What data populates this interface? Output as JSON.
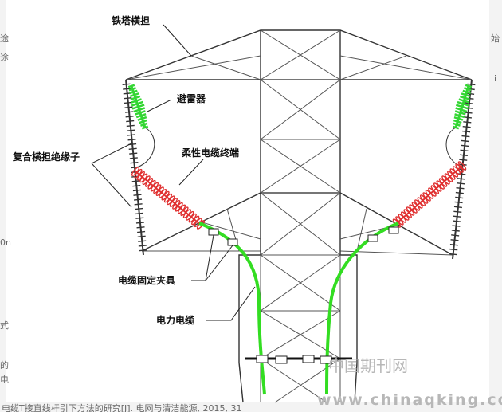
{
  "labels": {
    "tower_crossarm": "铁塔横担",
    "arrester": "避雷器",
    "composite_insulator": "复合横担绝缘子",
    "flexible_cable_terminal": "柔性电缆终端",
    "cable_clamp": "电缆固定夹具",
    "power_cable": "电力电缆"
  },
  "watermark": {
    "line1": "中国期刊网",
    "line2": "www.chinaqking.com"
  },
  "background_fragments": {
    "bottom_citation": "电缆T接直线杆引下方法的研究[J]. 电网与清洁能源, 2015, 31",
    "left_1": "途",
    "left_2": "途",
    "left_3": "0n",
    "left_4": "式",
    "left_5": "的",
    "left_6": "电",
    "right_1": "始",
    "right_2": "i"
  },
  "colors": {
    "arrester": "#33d633",
    "terminal": "#e03030",
    "cable": "#33dd22",
    "structure": "#555555"
  }
}
